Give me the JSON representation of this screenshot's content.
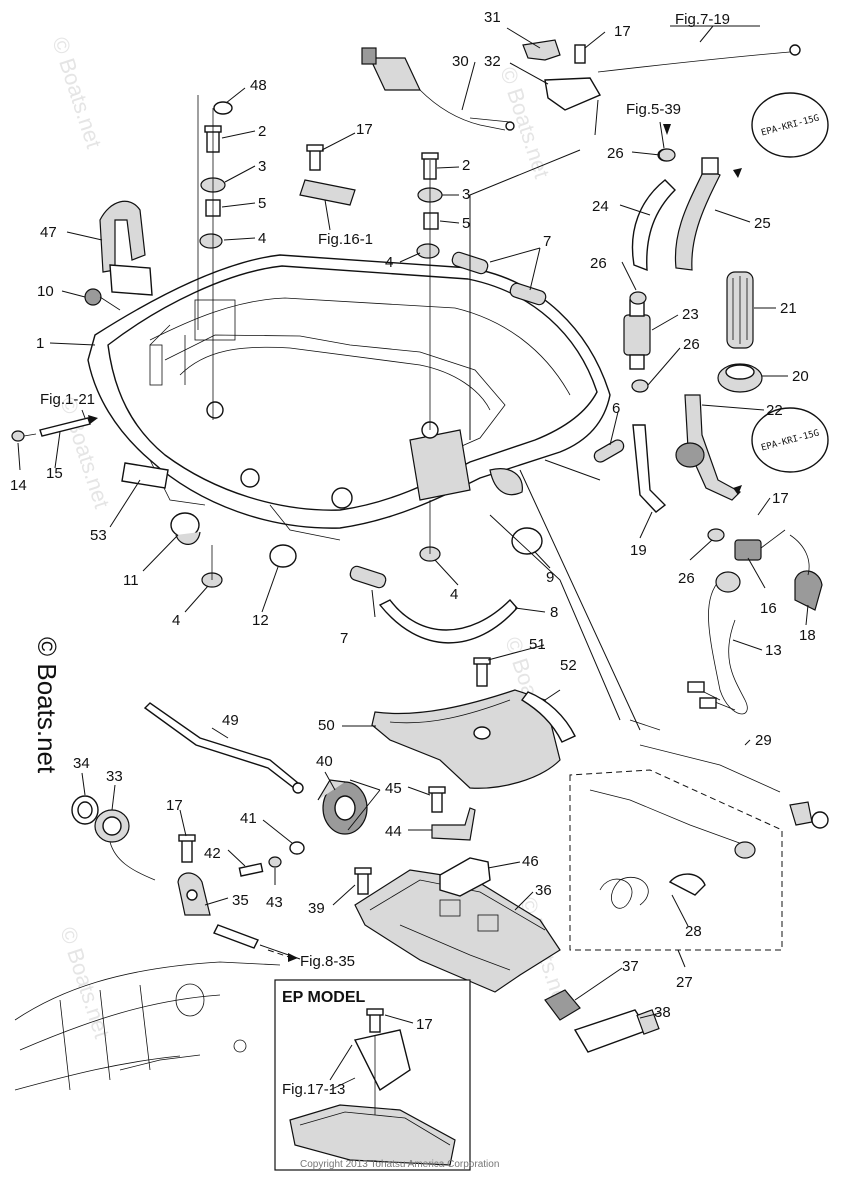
{
  "labels": {
    "p1": "1",
    "p2a": "2",
    "p2b": "2",
    "p3a": "3",
    "p3b": "3",
    "p4a": "4",
    "p4b": "4",
    "p4c": "4",
    "p4d": "4",
    "p5a": "5",
    "p5b": "5",
    "p6": "6",
    "p7a": "7",
    "p7b": "7",
    "p8": "8",
    "p9": "9",
    "p10": "10",
    "p11": "11",
    "p12": "12",
    "p13": "13",
    "p14": "14",
    "p15": "15",
    "p16": "16",
    "p17a": "17",
    "p17b": "17",
    "p17c": "17",
    "p17d": "17",
    "p17e": "17",
    "p18": "18",
    "p19": "19",
    "p20": "20",
    "p21": "21",
    "p22": "22",
    "p23": "23",
    "p24": "24",
    "p25": "25",
    "p26a": "26",
    "p26b": "26",
    "p26c": "26",
    "p26d": "26",
    "p27": "27",
    "p28": "28",
    "p29": "29",
    "p30": "30",
    "p31": "31",
    "p32": "32",
    "p33": "33",
    "p34": "34",
    "p35": "35",
    "p36": "36",
    "p37": "37",
    "p38": "38",
    "p39": "39",
    "p40": "40",
    "p41": "41",
    "p42": "42",
    "p43": "43",
    "p44": "44",
    "p45": "45",
    "p46": "46",
    "p47": "47",
    "p48": "48",
    "p49": "49",
    "p50": "50",
    "p51": "51",
    "p52": "52",
    "p53": "53"
  },
  "refs": {
    "fig7_19": "Fig.7-19",
    "fig5_39": "Fig.5-39",
    "fig16_1": "Fig.16-1",
    "fig1_21": "Fig.1-21",
    "fig8_35": "Fig.8-35",
    "fig17_13": "Fig.17-13"
  },
  "tags": {
    "epa_top": "EPA-KRI-15G",
    "epa_mid": "EPA-KRI-15G"
  },
  "inset": {
    "title": "EP MODEL"
  },
  "watermark": {
    "main": "© Boats.net",
    "faint": "© Boats.net"
  },
  "footer": {
    "copyright": "Copyright 2013 Tohatsu America Corporation"
  }
}
